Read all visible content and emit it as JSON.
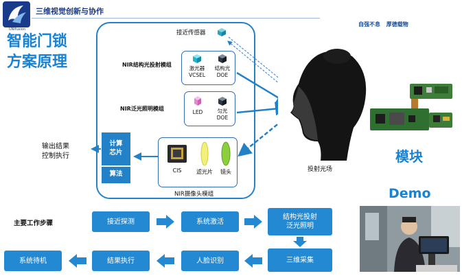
{
  "header": {
    "brand_name": "UNIfusion",
    "title": "三维视觉创新与协作",
    "slogan": "自强不息   厚德载物",
    "brand_color": "#1a3b8c"
  },
  "headline": {
    "line1": "智能门锁",
    "line2": "方案原理"
  },
  "principle": {
    "proximity_sensor": "接近传感器",
    "structured_light_module": "NIR结构光投射模组",
    "laser_label": "激光器",
    "laser_sub": "VCSEL",
    "doe_label": "结构光",
    "doe_sub": "DOE",
    "flood_module": "NIR泛光照明模组",
    "led_label": "LED",
    "diffuser_label": "匀光",
    "diffuser_sub": "DOE",
    "chip_line1": "计算",
    "chip_line2": "芯片",
    "algorithm": "算法",
    "cis_label": "CIS",
    "filter_label": "滤光片",
    "lens_label": "镜头",
    "camera_module": "NIR摄像头模组",
    "output_line1": "输出结果",
    "output_line2": "控制执行"
  },
  "face_caption": "投射光场",
  "module_label": "模块",
  "demo_label": "Demo",
  "workflow": {
    "title": "主要工作步骤",
    "steps": {
      "approach": "接近探测",
      "activate": "系统激活",
      "project_line1": "结构光投射",
      "project_line2": "泛光照明",
      "capture": "三维采集",
      "recognize": "人脸识别",
      "execute": "结果执行",
      "standby": "系统待机"
    }
  },
  "colors": {
    "accent": "#1783d6",
    "step_fill": "#2389d3",
    "frame": "#2381c8"
  }
}
